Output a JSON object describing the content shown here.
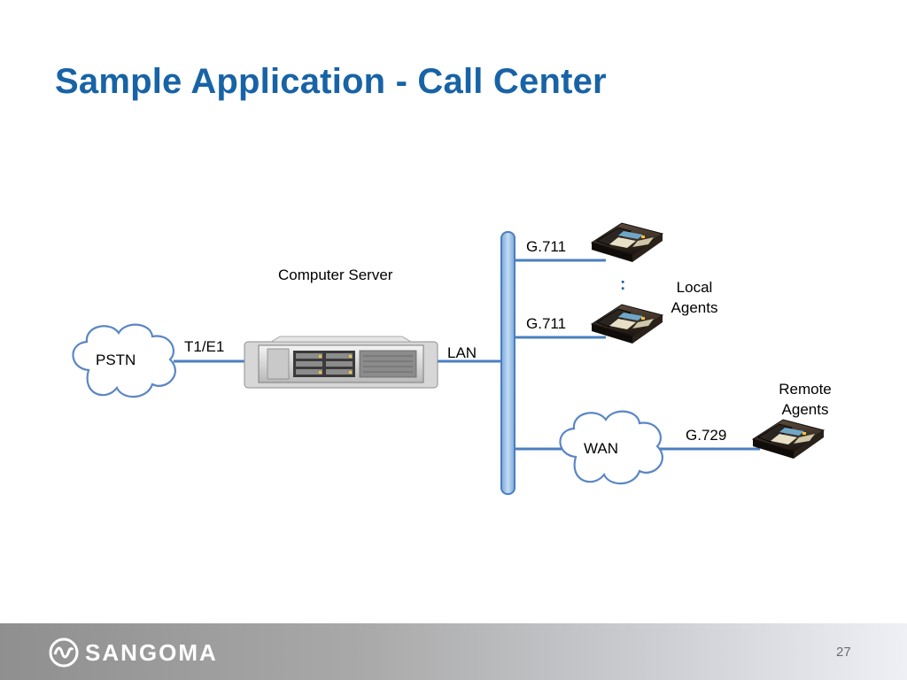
{
  "slide": {
    "title": "Sample Application - Call Center",
    "page_number": "27"
  },
  "diagram": {
    "pstn_label": "PSTN",
    "t1e1_label": "T1/E1",
    "server_label": "Computer Server",
    "lan_label": "LAN",
    "g711_top_label": "G.711",
    "g711_bottom_label": "G.711",
    "ellipsis": ":",
    "local_agents_line1": "Local",
    "local_agents_line2": "Agents",
    "remote_agents_line1": "Remote",
    "remote_agents_line2": "Agents",
    "wan_label": "WAN",
    "g729_label": "G.729"
  },
  "footer": {
    "logo_text": "SANGOMA"
  },
  "colors": {
    "title": "#1763a6",
    "line": "#4a7fc1",
    "bus_fill": "#9cc0e8"
  }
}
